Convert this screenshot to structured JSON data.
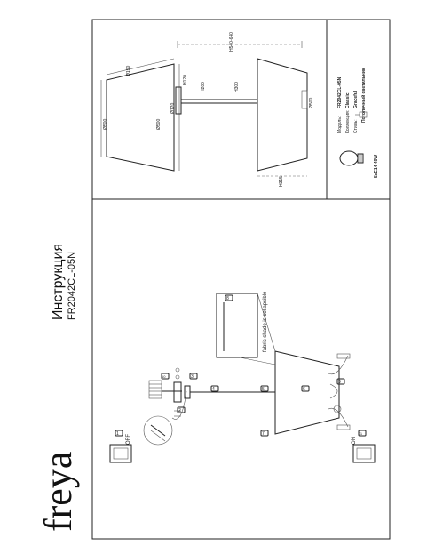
{
  "brand": {
    "logo_text": "freya"
  },
  "header": {
    "title": "Инструкция",
    "model_code": "FR2042CL-05N"
  },
  "assembly": {
    "steps": [
      "1",
      "2",
      "3",
      "4",
      "5",
      "6",
      "7",
      "8",
      "9",
      "10",
      "11"
    ],
    "switch_off": "OFF",
    "switch_on": "ON",
    "callout_note": "fabric shade is collapsible"
  },
  "dimensions": {
    "side_top": "Ø150",
    "side_d1": "Ø500",
    "side_d2": "Ø500",
    "front_h_total": "H540-640",
    "front_d_base": "Ø120",
    "front_h1": "H120",
    "front_h2": "H200",
    "front_h3": "H300",
    "front_d_top": "Ø500",
    "front_h_shade": "H315"
  },
  "specs": {
    "model_label": "Модель:",
    "model_value": "FR2042CL-05N",
    "collection_label": "Коллекция:",
    "collection_value": "Classic",
    "style_label": "Стиль:",
    "style_value": "Graceful",
    "type_value": "Потолочный светильник",
    "bulb_label": "5xE14 40W"
  }
}
